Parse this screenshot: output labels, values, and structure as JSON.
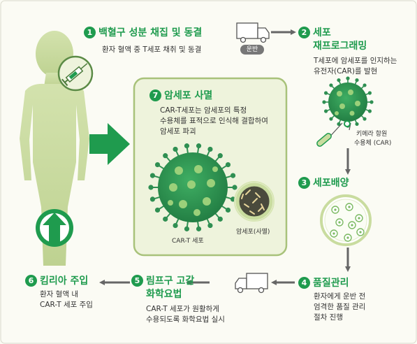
{
  "steps": {
    "s1": {
      "num": "1",
      "title": "백혈구 성분 채집 및 동결",
      "desc": "환자 혈액 중 T세포 채취 및 동결"
    },
    "s2": {
      "num": "2",
      "title_l1": "세포",
      "title_l2": "재프로그래밍",
      "desc_l1": "T세포에 암세포를 인지하는",
      "desc_l2": "유전자(CAR)를 발현"
    },
    "s3": {
      "num": "3",
      "title": "세포배양"
    },
    "s4": {
      "num": "4",
      "title": "품질관리",
      "desc_l1": "환자에게 운반 전",
      "desc_l2": "엄격한 품질 관리",
      "desc_l3": "절차 진행"
    },
    "s5": {
      "num": "5",
      "title_l1": "림프구 고갈",
      "title_l2": "화학요법",
      "desc_l1": "CAR-T 세포가 원활하게",
      "desc_l2": "수용되도록 화학요법 실시"
    },
    "s6": {
      "num": "6",
      "title": "킴리아 주입",
      "desc_l1": "환자 혈액 내",
      "desc_l2": "CAR-T  세포 주입"
    },
    "s7": {
      "num": "7",
      "title": "암세포 사멸",
      "desc_l1": "CAR-T세포는 암세포의 특정",
      "desc_l2": "수용체를 표적으로 인식해 결합하여",
      "desc_l3": "암세포 파괴"
    }
  },
  "labels": {
    "transport": "운반",
    "receptor_l1": "키메라 항원",
    "receptor_l2": "수용체 (CAR)",
    "cart_cell": "CAR-T 세포",
    "cancer_cell": "암세포(사멸)"
  },
  "colors": {
    "green": "#1f9b4e",
    "light_green": "#c9dc9f",
    "panel": "#eef3dc",
    "gray_arrow": "#666666",
    "cell": "#2f9a55",
    "cell_spot": "#9bd07a"
  }
}
